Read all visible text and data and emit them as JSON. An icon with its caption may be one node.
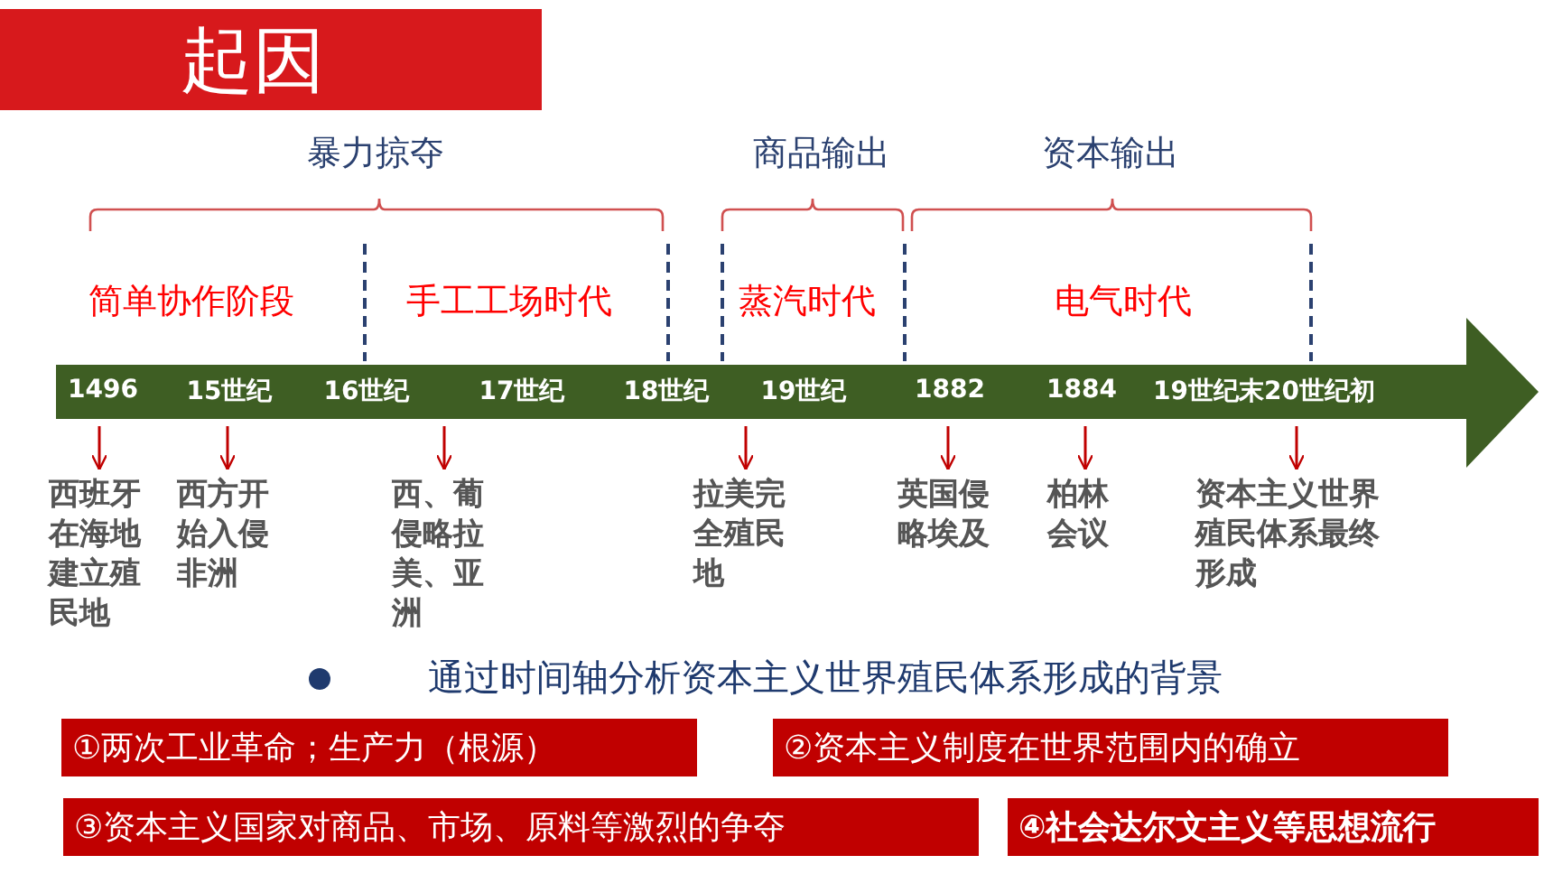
{
  "diagram": {
    "title": "起因",
    "nodes": [
      {
        "text": [
          "1496",
          "15世纪",
          "16世纪",
          "17世纪",
          "18世纪",
          "19世纪",
          "1882",
          "1884",
          "19世纪末20世纪初"
        ]
      },
      {
        "text": [
          "西班牙在海地建立殖民地"
        ]
      },
      {
        "text": [
          "西方开始入侵非洲"
        ]
      },
      {
        "text": [
          "西、葡侵略拉美、亚洲"
        ]
      },
      {
        "text": [
          "拉美完全殖民地"
        ]
      },
      {
        "text": [
          "英国侵略埃及"
        ]
      },
      {
        "text": [
          "柏林会议"
        ]
      },
      {
        "text": [
          "资本主义世界殖民体系最终形成"
        ]
      },
      {
        "text": [
          "①两次工业革命；生产力（根源）"
        ]
      },
      {
        "text": [
          "②资本主义制度在世界范围内的确立"
        ]
      },
      {
        "text": [
          "③资本主义国家对商品、市场、原料等激烈的争夺"
        ]
      },
      {
        "text": [
          "④社会达尔文主义等思想流行"
        ]
      }
    ],
    "edges": [
      {
        "from": 0,
        "to": 1,
        "arrow": "to"
      },
      {
        "from": 0,
        "to": 2,
        "arrow": "to"
      },
      {
        "from": 0,
        "to": 3,
        "arrow": "to"
      },
      {
        "from": 0,
        "to": 4,
        "arrow": "to"
      },
      {
        "from": 0,
        "to": 5,
        "arrow": "to"
      },
      {
        "from": 0,
        "to": 6,
        "arrow": "to"
      },
      {
        "from": 0,
        "to": 7,
        "arrow": "to"
      }
    ],
    "labels": [
      "暴力掠夺",
      "商品输出",
      "资本输出",
      "简单协作阶段",
      "手工工场时代",
      "蒸汽时代",
      "电气时代",
      "通过时间轴分析资本主义世界殖民体系形成的背景"
    ]
  }
}
